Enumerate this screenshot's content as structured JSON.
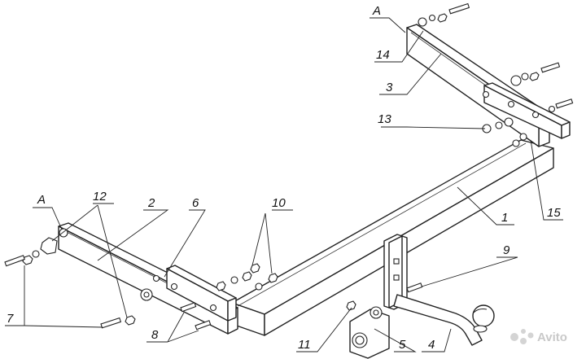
{
  "callouts": {
    "c1": "1",
    "c2": "2",
    "c3": "3",
    "c4": "4",
    "c5": "5",
    "c6": "6",
    "c7": "7",
    "c8": "8",
    "c9": "9",
    "c10": "10",
    "c11": "11",
    "c12": "12",
    "c13": "13",
    "c14": "14",
    "c15": "15",
    "viewA_top": "A",
    "viewA_left": "A"
  },
  "watermark": {
    "text": "Avito",
    "icon": "avito-dots-icon",
    "color": "#c9c9c9"
  }
}
